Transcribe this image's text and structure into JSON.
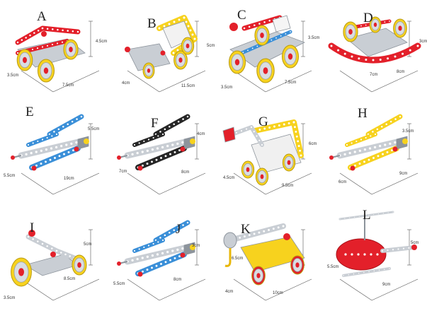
{
  "colors": {
    "red": "#e3202a",
    "yellow": "#f7d21e",
    "blue": "#3a8fd8",
    "black": "#262626",
    "metal": "#c9ced4",
    "metal_dark": "#8d949c",
    "hole": "#ffffff",
    "dim_line": "#555555"
  },
  "toys": [
    {
      "letter": "A",
      "vehicle": "car",
      "accent": "red",
      "dims": [
        "4.5cm",
        "7.5cm",
        "3.5cm"
      ]
    },
    {
      "letter": "B",
      "vehicle": "tractor",
      "accent": "yellow",
      "dims": [
        "5cm",
        "11.5cm",
        "4cm"
      ]
    },
    {
      "letter": "C",
      "vehicle": "buggy",
      "accent": "red",
      "dims": [
        "3.5cm",
        "7.5cm",
        "3.5cm"
      ]
    },
    {
      "letter": "D",
      "vehicle": "rocker",
      "accent": "red",
      "dims": [
        "3cm",
        "8cm",
        "7cm"
      ]
    },
    {
      "letter": "E",
      "vehicle": "plane",
      "accent": "blue",
      "dims": [
        "5.5cm",
        "19cm",
        "5.5cm"
      ]
    },
    {
      "letter": "F",
      "vehicle": "plane",
      "accent": "black",
      "dims": [
        "4cm",
        "8cm",
        "7cm"
      ]
    },
    {
      "letter": "G",
      "vehicle": "digger",
      "accent": "yellow",
      "dims": [
        "6cm",
        "9.5cm",
        "4.5cm"
      ]
    },
    {
      "letter": "H",
      "vehicle": "plane",
      "accent": "yellow",
      "dims": [
        "3.5cm",
        "9cm",
        "6cm"
      ]
    },
    {
      "letter": "I",
      "vehicle": "trike",
      "accent": "yellow",
      "dims": [
        "5cm",
        "8.5cm",
        "3.5cm"
      ]
    },
    {
      "letter": "J",
      "vehicle": "plane",
      "accent": "blue",
      "dims": [
        "3cm",
        "8cm",
        "5.5cm"
      ]
    },
    {
      "letter": "K",
      "vehicle": "crane",
      "accent": "yellow",
      "dims": [
        "6.5cm",
        "10cm",
        "4cm"
      ]
    },
    {
      "letter": "L",
      "vehicle": "helicopter",
      "accent": "red",
      "dims": [
        "5cm",
        "9cm",
        "5.5cm"
      ]
    }
  ]
}
